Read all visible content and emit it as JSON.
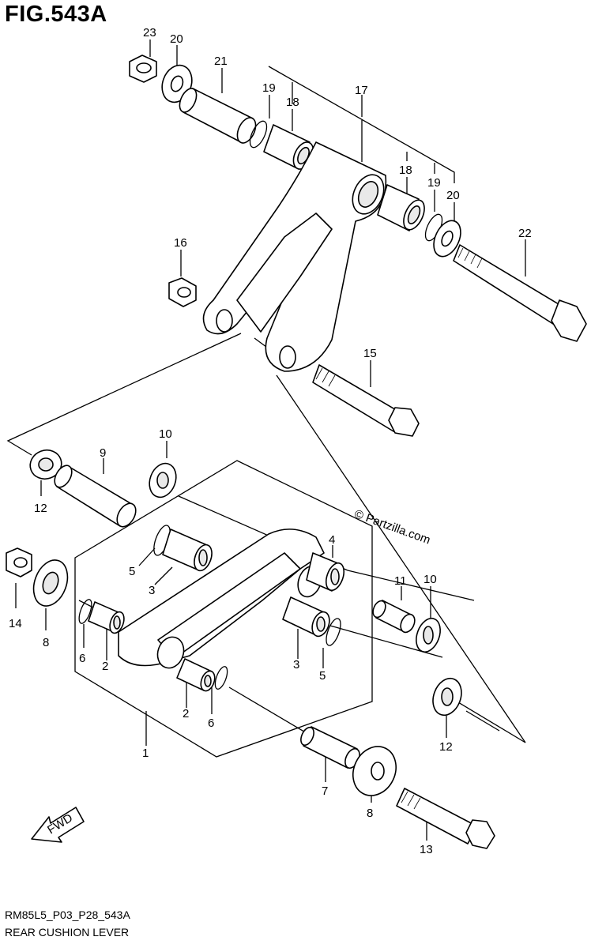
{
  "figure": {
    "title": "FIG.543A",
    "code": "RM85L5_P03_P28_543A",
    "name": "REAR CUSHION LEVER",
    "watermark": "© Partzilla.com",
    "fwd_label": "FWD"
  },
  "callouts": [
    {
      "id": "c23",
      "text": "23"
    },
    {
      "id": "c20a",
      "text": "20"
    },
    {
      "id": "c21",
      "text": "21"
    },
    {
      "id": "c19a",
      "text": "19"
    },
    {
      "id": "c18a",
      "text": "18"
    },
    {
      "id": "c17",
      "text": "17"
    },
    {
      "id": "c18b",
      "text": "18"
    },
    {
      "id": "c19b",
      "text": "19"
    },
    {
      "id": "c20b",
      "text": "20"
    },
    {
      "id": "c22",
      "text": "22"
    },
    {
      "id": "c16",
      "text": "16"
    },
    {
      "id": "c15",
      "text": "15"
    },
    {
      "id": "c10a",
      "text": "10"
    },
    {
      "id": "c9",
      "text": "9"
    },
    {
      "id": "c12a",
      "text": "12"
    },
    {
      "id": "c4",
      "text": "4"
    },
    {
      "id": "c5a",
      "text": "5"
    },
    {
      "id": "c3a",
      "text": "3"
    },
    {
      "id": "c14",
      "text": "14"
    },
    {
      "id": "c8a",
      "text": "8"
    },
    {
      "id": "c6a",
      "text": "6"
    },
    {
      "id": "c2a",
      "text": "2"
    },
    {
      "id": "c11",
      "text": "11"
    },
    {
      "id": "c10b",
      "text": "10"
    },
    {
      "id": "c3b",
      "text": "3"
    },
    {
      "id": "c5b",
      "text": "5"
    },
    {
      "id": "c2b",
      "text": "2"
    },
    {
      "id": "c6b",
      "text": "6"
    },
    {
      "id": "c12b",
      "text": "12"
    },
    {
      "id": "c1",
      "text": "1"
    },
    {
      "id": "c7",
      "text": "7"
    },
    {
      "id": "c8b",
      "text": "8"
    },
    {
      "id": "c13",
      "text": "13"
    }
  ]
}
